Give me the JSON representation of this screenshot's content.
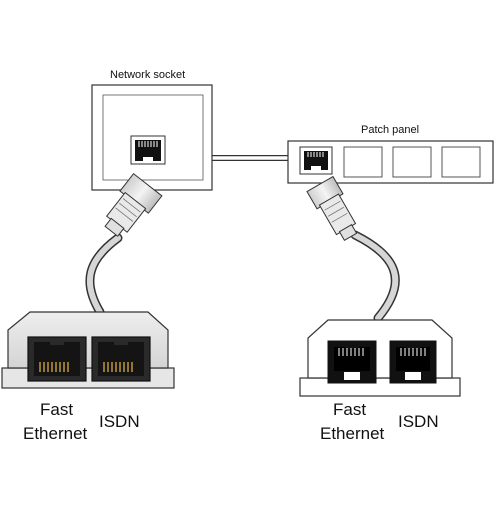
{
  "diagram": {
    "network_socket_label": "Network socket",
    "patch_panel_label": "Patch panel",
    "left_splitter": {
      "port_a_label_line1": "Fast",
      "port_a_label_line2": "Ethernet",
      "port_b_label": "ISDN"
    },
    "right_splitter": {
      "port_a_label_line1": "Fast",
      "port_a_label_line2": "Ethernet",
      "port_b_label": "ISDN"
    }
  },
  "colors": {
    "outline": "#333333",
    "device_fill_left": "#e4e4e4",
    "device_fill_right": "#ffffff",
    "cable": "#d2d2d2",
    "jack": "#111111",
    "gold_pins": "#c8a040"
  }
}
